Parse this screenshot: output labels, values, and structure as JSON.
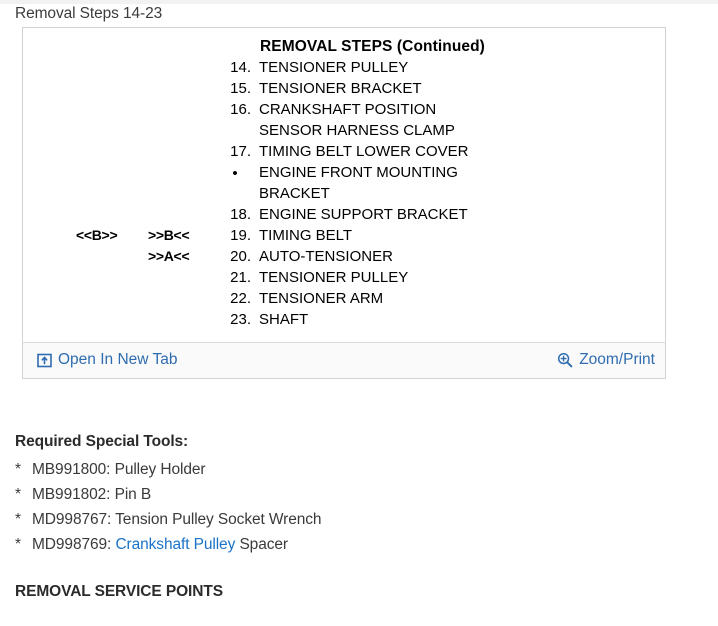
{
  "page": {
    "title": "Removal Steps 14-23"
  },
  "figure": {
    "heading": "REMOVAL STEPS (Continued)",
    "rows": [
      {
        "marker_b": "",
        "marker_ref": "",
        "num": "14.",
        "text": "TENSIONER PULLEY"
      },
      {
        "marker_b": "",
        "marker_ref": "",
        "num": "15.",
        "text": "TENSIONER BRACKET"
      },
      {
        "marker_b": "",
        "marker_ref": "",
        "num": "16.",
        "text": "CRANKSHAFT POSITION"
      },
      {
        "marker_b": "",
        "marker_ref": "",
        "num": "",
        "text": "SENSOR HARNESS CLAMP"
      },
      {
        "marker_b": "",
        "marker_ref": "",
        "num": "17.",
        "text": "TIMING BELT LOWER COVER"
      },
      {
        "marker_b": "",
        "marker_ref": "",
        "num": "•",
        "bullet": true,
        "text": "ENGINE FRONT MOUNTING"
      },
      {
        "marker_b": "",
        "marker_ref": "",
        "num": "",
        "text": "BRACKET"
      },
      {
        "marker_b": "",
        "marker_ref": "",
        "num": "18.",
        "text": "ENGINE SUPPORT BRACKET"
      },
      {
        "marker_b": "<<B>>",
        "marker_ref": ">>B<<",
        "num": "19.",
        "text": "TIMING BELT"
      },
      {
        "marker_b": "",
        "marker_ref": ">>A<<",
        "num": "20.",
        "text": "AUTO-TENSIONER"
      },
      {
        "marker_b": "",
        "marker_ref": "",
        "num": "21.",
        "text": "TENSIONER PULLEY"
      },
      {
        "marker_b": "",
        "marker_ref": "",
        "num": "22.",
        "text": "TENSIONER ARM"
      },
      {
        "marker_b": "",
        "marker_ref": "",
        "num": "23.",
        "text": "SHAFT"
      }
    ]
  },
  "toolbar": {
    "open_in_new_tab": "Open In New Tab",
    "zoom_print": "Zoom/Print"
  },
  "tools": {
    "heading": "Required Special Tools:",
    "bullet": "*",
    "items": [
      {
        "code": "MB991800: Pulley Holder",
        "link": "",
        "tail": ""
      },
      {
        "code": "MB991802: Pin B",
        "link": "",
        "tail": ""
      },
      {
        "code": "MD998767: Tension Pulley Socket Wrench",
        "link": "",
        "tail": ""
      },
      {
        "code": "MD998769: ",
        "link": "Crankshaft Pulley",
        "tail": " Spacer"
      }
    ]
  },
  "service_points": {
    "heading": "REMOVAL SERVICE POINTS"
  },
  "colors": {
    "link_blue": "#1a73c8",
    "toolbar_blue": "#2f6cb0",
    "panel_border": "#d2d2d2"
  }
}
